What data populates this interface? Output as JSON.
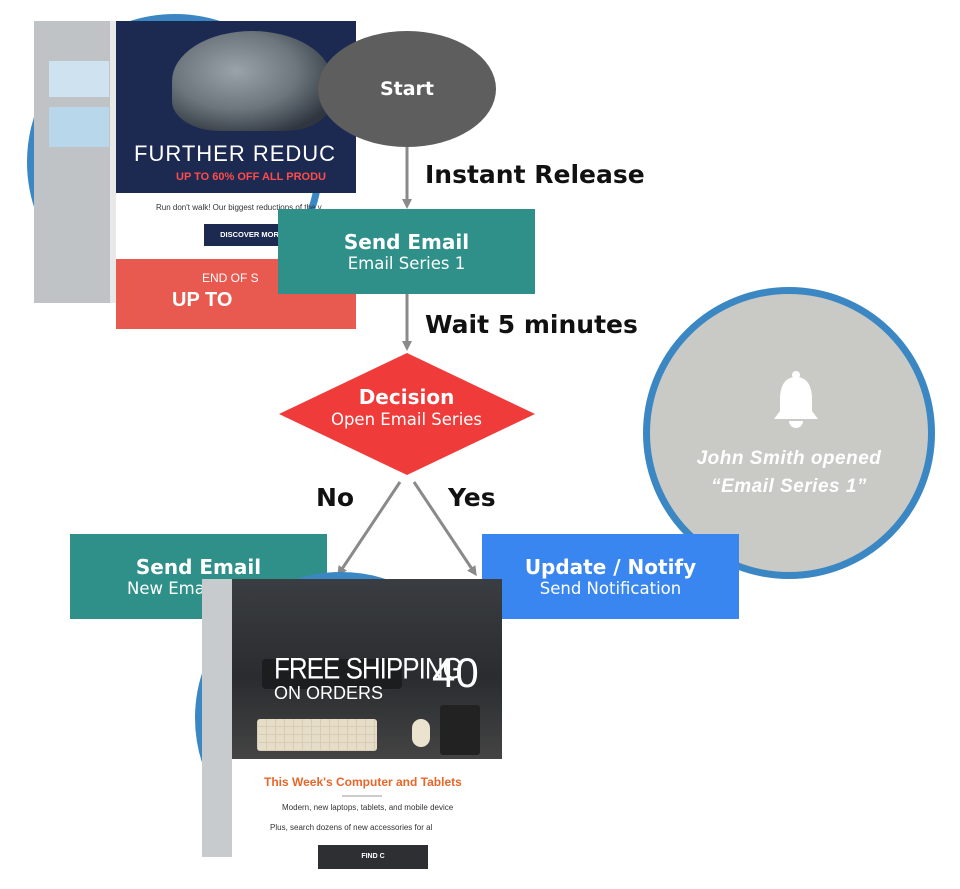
{
  "flow": {
    "start": "Start",
    "edge_instant": "Instant Release",
    "send_email_1": {
      "title": "Send Email",
      "subtitle": "Email Series 1"
    },
    "edge_wait": "Wait 5 minutes",
    "decision": {
      "title": "Decision",
      "subtitle": "Open Email Series"
    },
    "edge_no": "No",
    "edge_yes": "Yes",
    "send_email_2": {
      "title": "Send Email",
      "subtitle": "New Email Series"
    },
    "update": {
      "title": "Update / Notify",
      "subtitle": "Send Notification"
    }
  },
  "notification": {
    "line1": "John Smith opened",
    "line2": "“Email Series 1”",
    "icon": "bell-icon"
  },
  "email_preview_1": {
    "hero_title": "FURTHER REDUC",
    "hero_sub": "UP TO 60% OFF ALL PRODU",
    "body": "Run don't walk! Our biggest reductions of the y",
    "button": "DISCOVER MORE",
    "promo_line1": "END OF S",
    "promo_line2": "UP TO"
  },
  "email_preview_2": {
    "hero_line1": "FREE SHIPPING",
    "hero_line2": "ON ORDERS",
    "hero_num": "40",
    "section_title": "This Week's Computer and Tablets",
    "line1": "Modern, new laptops, tablets, and mobile device",
    "line2": "Plus, search dozens of new accessories for al",
    "button": "FIND C"
  },
  "colors": {
    "start": "#5e5e5e",
    "send_email": "#2e9089",
    "decision": "#f03b3b",
    "update": "#3a86f0",
    "circle_border": "#3b87c4",
    "notification_bg": "#c9c9c5"
  }
}
